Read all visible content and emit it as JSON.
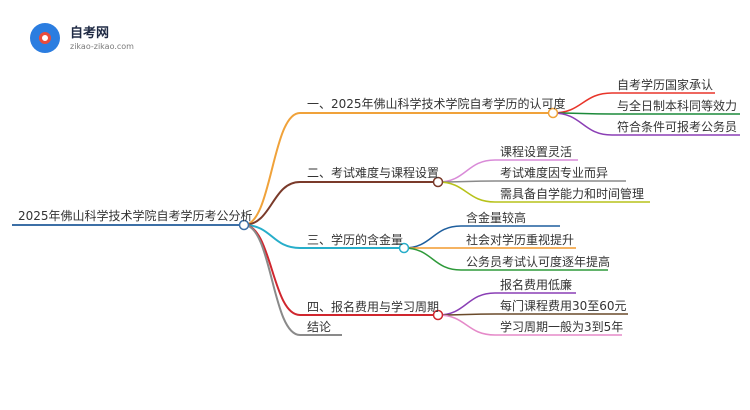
{
  "logo": {
    "title": "自考网",
    "subtitle": "zikao-zikao.com"
  },
  "root": {
    "label": "2025年佛山科学技术学院自考学历考公分析",
    "color": "#3c6fa6"
  },
  "branches": [
    {
      "label": "一、2025年佛山科学技术学院自考学历的认可度",
      "color": "#f0a23a",
      "children": [
        {
          "label": "自考学历国家承认",
          "color": "#e8352a"
        },
        {
          "label": "与全日制本科同等效力",
          "color": "#1c8a3a"
        },
        {
          "label": "符合条件可报考公务员",
          "color": "#8b3fb5"
        }
      ]
    },
    {
      "label": "二、考试难度与课程设置",
      "color": "#7a3a2a",
      "children": [
        {
          "label": "课程设置灵活",
          "color": "#d98bd8"
        },
        {
          "label": "考试难度因专业而异",
          "color": "#8a8a8a"
        },
        {
          "label": "需具备自学能力和时间管理",
          "color": "#b7c21a"
        }
      ]
    },
    {
      "label": "三、学历的含金量",
      "color": "#27aeca",
      "children": [
        {
          "label": "含金量较高",
          "color": "#1f5f9e"
        },
        {
          "label": "社会对学历重视提升",
          "color": "#f29a2e"
        },
        {
          "label": "公务员考试认可度逐年提高",
          "color": "#2e9a3a"
        }
      ]
    },
    {
      "label": "四、报名费用与学习周期",
      "color": "#d0262e",
      "children": [
        {
          "label": "报名费用低廉",
          "color": "#8a3fb5"
        },
        {
          "label": "每门课程费用30至60元",
          "color": "#6a4a2a"
        },
        {
          "label": "学习周期一般为3到5年",
          "color": "#e58ac9"
        }
      ]
    },
    {
      "label": "结论",
      "color": "#8a8a8a",
      "children": []
    }
  ]
}
